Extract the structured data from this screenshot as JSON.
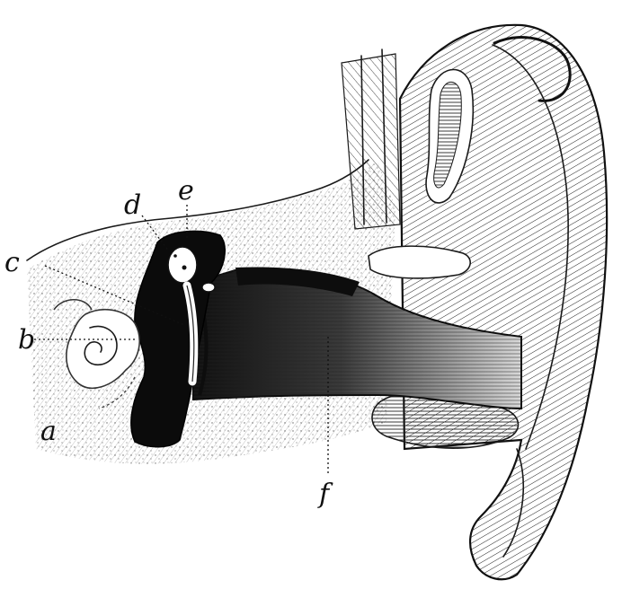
{
  "labels": {
    "a": "a",
    "b": "b",
    "c": "c",
    "d": "d",
    "e": "e",
    "f": "f"
  },
  "colors": {
    "ink": "#111111",
    "paper": "#ffffff"
  }
}
